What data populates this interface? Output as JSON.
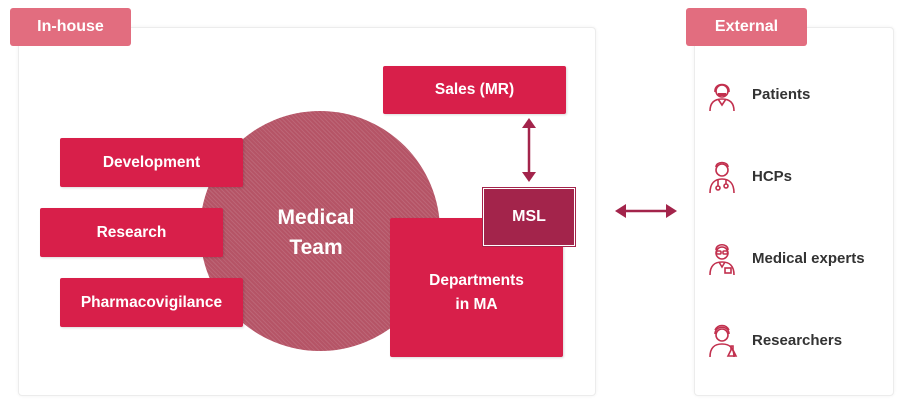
{
  "inhouse": {
    "title": "In-house",
    "center": {
      "line1": "Medical",
      "line2": "Team"
    },
    "boxes": {
      "development": "Development",
      "research": "Research",
      "pharmacovigilance": "Pharmacovigilance",
      "sales": "Sales (MR)",
      "msl": "MSL",
      "departments_line1": "Departments",
      "departments_line2": "in MA"
    }
  },
  "external": {
    "title": "External",
    "items": [
      {
        "label": "Patients",
        "icon": "patient-icon"
      },
      {
        "label": "HCPs",
        "icon": "doctor-icon"
      },
      {
        "label": "Medical experts",
        "icon": "expert-icon"
      },
      {
        "label": "Researchers",
        "icon": "researcher-icon"
      }
    ]
  },
  "colors": {
    "box": "#d81f4a",
    "msl": "#a3244b",
    "tag": "#e26d7f",
    "circle": "#b55466",
    "arrow": "#a3244b"
  }
}
